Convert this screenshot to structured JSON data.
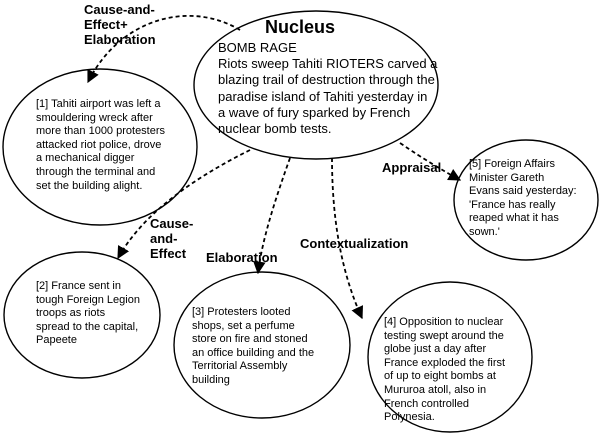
{
  "nucleus": {
    "title": "Nucleus",
    "headline": "BOMB RAGE",
    "text": "Riots sweep Tahiti RIOTERS carved a blazing trail of destruction through the paradise island of Tahiti yesterday in a wave of fury sparked by French nuclear bomb tests."
  },
  "relations": {
    "r1": "Cause-and-\nEffect+\nElaboration",
    "r2": "Cause-\nand-\nEffect",
    "r3": "Elaboration",
    "r4": "Contextualization",
    "r5": "Appraisal"
  },
  "satellites": {
    "s1": "[1] Tahiti airport was left a smouldering wreck after more than 1000 protesters attacked riot police, drove a mechanical digger through the terminal and set the building alight.",
    "s2": "[2] France sent in tough Foreign Legion troops as riots spread to the capital, Papeete",
    "s3": "[3] Protesters looted shops, set a perfume store on fire and stoned an office building and the Territorial Assembly building",
    "s4": "[4] Opposition to nuclear testing swept around the globe just a day after France exploded the first of up to eight bombs at Mururoa atoll, also in French controlled Polynesia.",
    "s5": "[5] Foreign Affairs Minister Gareth Evans said yesterday: 'France has really reaped  what it has sown.'"
  }
}
